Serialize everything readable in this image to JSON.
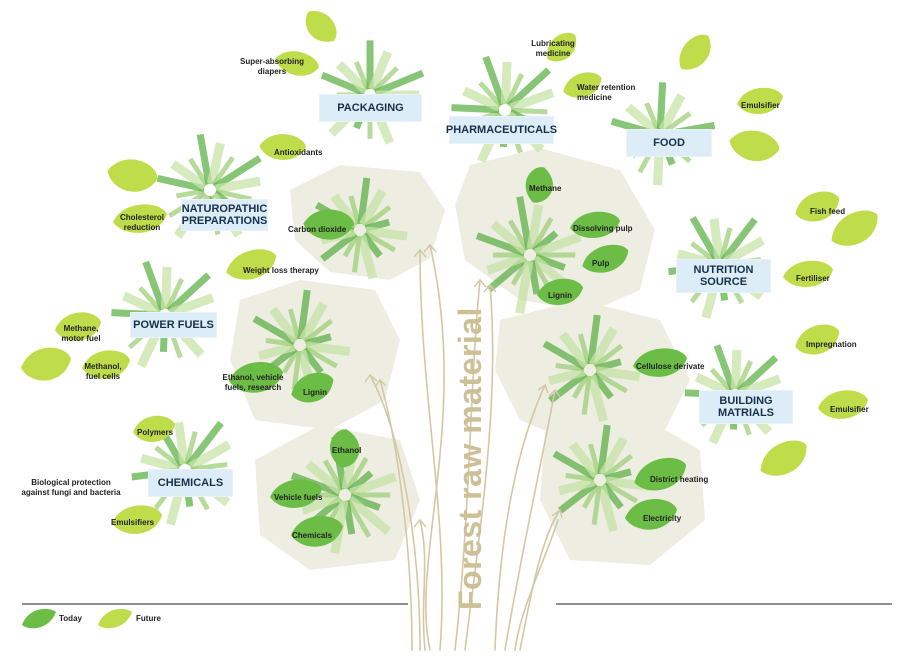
{
  "trunk_label": "Forest raw material",
  "colors": {
    "today": "#6cbd45",
    "future": "#bfdd4a",
    "canopy": "#eeede2",
    "box": "#dcedf7"
  },
  "categories": {
    "packaging": "PACKAGING",
    "pharmaceuticals": "PHARMACEUTICALS",
    "food": "FOOD",
    "naturopathic": "NATUROPATHIC PREPARATIONS",
    "nutrition": "NUTRITION SOURCE",
    "power_fuels": "POWER FUELS",
    "building": "BUILDING MATRIALS",
    "chemicals": "CHEMICALS"
  },
  "leaves": {
    "super_absorbing": "Super-absorbing diapers",
    "lubricating": "Lubricating medicine",
    "water_retention": "Water retention medicine",
    "antioxidants": "Antioxidants",
    "emulsifier_food": "Emulsifier",
    "cholesterol": "Cholesterol reduction",
    "carbon_dioxide": "Carbon dioxide",
    "methane_top": "Methane",
    "dissolving_pulp": "Dissolving pulp",
    "pulp": "Pulp",
    "lignin_right": "Lignin",
    "fish_feed": "Fish feed",
    "fertiliser": "Fertiliser",
    "weight_loss": "Weight loss therapy",
    "methane_motor": "Methane, motor fuel",
    "methanol": "Methanol, fuel cells",
    "ethanol_vehicle": "Ethanol, vehicle fuels, research",
    "lignin_left": "Lignin",
    "cellulose": "Cellulose derivate",
    "impregnation": "Impregnation",
    "emulsifier_building": "Emulsifier",
    "polymers": "Polymers",
    "biological": "Biological protection against fungi and bacteria",
    "emulsifiers_chem": "Emulsifiers",
    "ethanol": "Ethanol",
    "vehicle_fuels": "Vehicle fuels",
    "chemicals_leaf": "Chemicals",
    "district_heating": "District heating",
    "electricity": "Electricity"
  },
  "legend": {
    "today": "Today",
    "future": "Future"
  }
}
